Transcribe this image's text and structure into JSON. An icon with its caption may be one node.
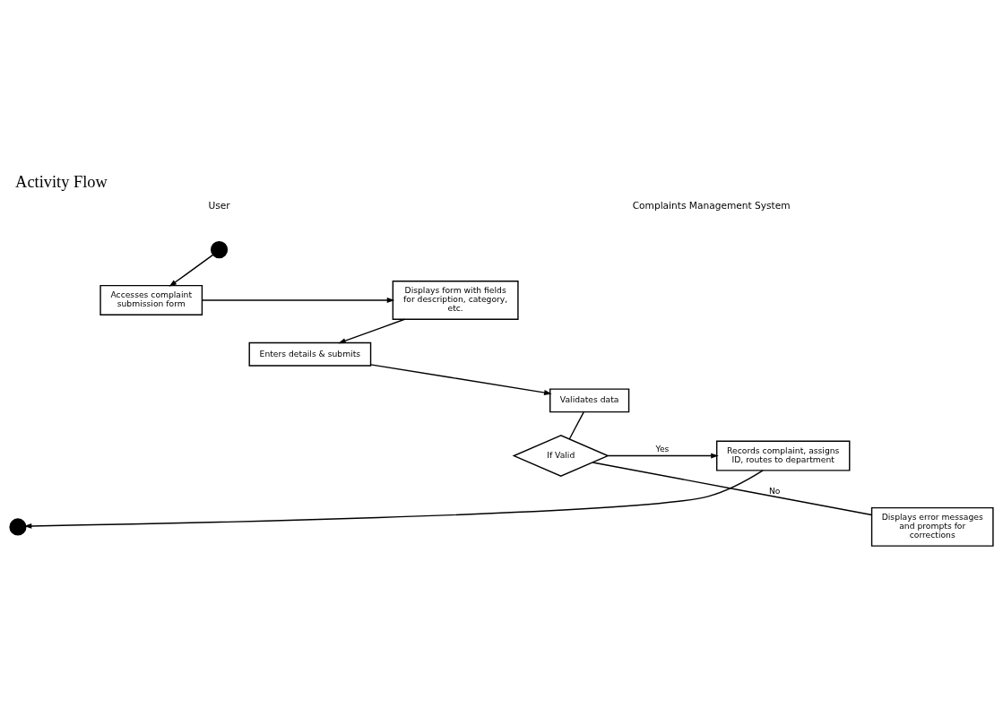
{
  "diagram": {
    "title": "Activity Flow",
    "nodes": [
      {
        "text": [],
        "shape": "circle"
      },
      {
        "text": [
          "Accesses complaint submission form"
        ]
      },
      {
        "text": [
          "Displays form with fields for description, category, etc."
        ]
      },
      {
        "text": [
          "Enters details & submits"
        ]
      },
      {
        "text": [
          "Validates data"
        ]
      },
      {
        "text": [
          "If Valid"
        ]
      },
      {
        "text": [
          "Records complaint, assigns ID, routes to department"
        ]
      },
      {
        "text": [
          "Displays error messages and prompts for corrections"
        ]
      },
      {
        "text": [],
        "shape": "circle"
      }
    ],
    "edges": [
      {
        "from": 0,
        "to": 1,
        "arrow": "to"
      },
      {
        "from": 1,
        "to": 2,
        "arrow": "to"
      },
      {
        "from": 2,
        "to": 3,
        "arrow": "to"
      },
      {
        "from": 3,
        "to": 4,
        "arrow": "to"
      },
      {
        "from": 4,
        "to": 5,
        "arrow": "none"
      },
      {
        "from": 5,
        "to": 6,
        "label": "Yes",
        "arrow": "to"
      },
      {
        "from": 5,
        "to": 7,
        "label": "No",
        "arrow": "none"
      },
      {
        "from": 6,
        "to": 8,
        "arrow": "to"
      }
    ],
    "labels": [
      "User",
      "Complaints Management System"
    ]
  }
}
